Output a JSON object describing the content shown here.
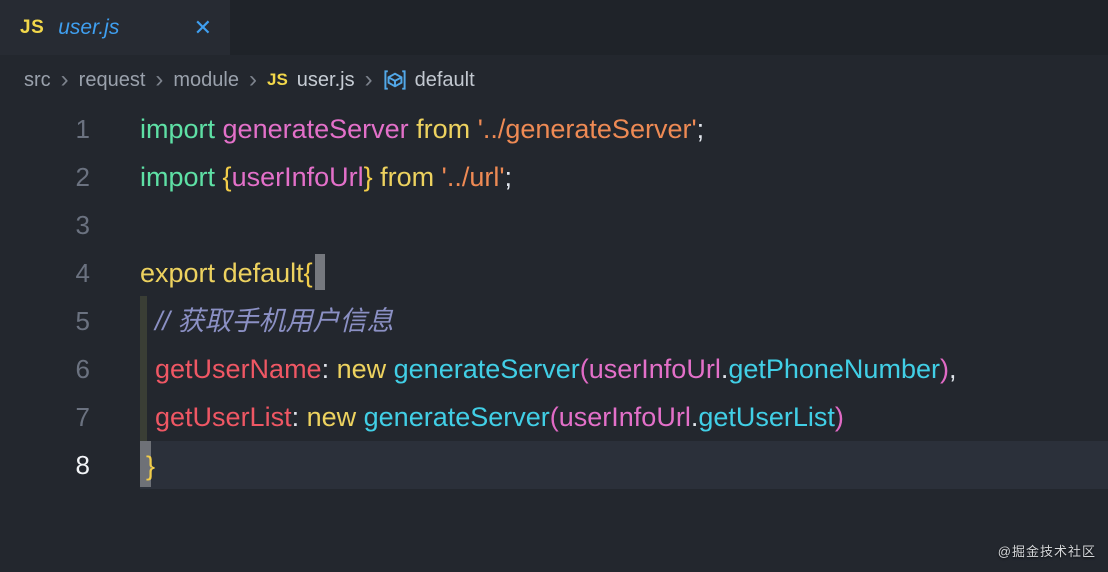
{
  "tab": {
    "icon_label": "JS",
    "title": "user.js",
    "close_glyph": "✕"
  },
  "breadcrumb": {
    "separator": "›",
    "items": [
      "src",
      "request",
      "module"
    ],
    "file_icon_label": "JS",
    "file": "user.js",
    "symbol": "default"
  },
  "code": {
    "lines": [
      {
        "num": "1",
        "tokens": [
          {
            "t": "import",
            "c": "kw"
          },
          {
            "t": " ",
            "c": "plain"
          },
          {
            "t": "generateServer",
            "c": "ident"
          },
          {
            "t": " ",
            "c": "plain"
          },
          {
            "t": "from",
            "c": "kw2"
          },
          {
            "t": " ",
            "c": "plain"
          },
          {
            "t": "'../generateServer'",
            "c": "str"
          },
          {
            "t": ";",
            "c": "punct"
          }
        ]
      },
      {
        "num": "2",
        "tokens": [
          {
            "t": "import",
            "c": "kw"
          },
          {
            "t": " ",
            "c": "plain"
          },
          {
            "t": "{",
            "c": "brace"
          },
          {
            "t": "userInfoUrl",
            "c": "ident"
          },
          {
            "t": "}",
            "c": "brace"
          },
          {
            "t": " ",
            "c": "plain"
          },
          {
            "t": "from",
            "c": "kw2"
          },
          {
            "t": " ",
            "c": "plain"
          },
          {
            "t": "'../url'",
            "c": "str"
          },
          {
            "t": ";",
            "c": "punct"
          }
        ]
      },
      {
        "num": "3",
        "tokens": []
      },
      {
        "num": "4",
        "tokens": [
          {
            "t": "export",
            "c": "kw2"
          },
          {
            "t": " ",
            "c": "plain"
          },
          {
            "t": "default",
            "c": "kw2"
          },
          {
            "t": "{",
            "c": "brace"
          },
          {
            "t": "",
            "c": "cursor"
          }
        ]
      },
      {
        "num": "5",
        "tokens": [
          {
            "t": "  ",
            "c": "plain"
          },
          {
            "t": "// 获取手机用户信息",
            "c": "comment"
          }
        ]
      },
      {
        "num": "6",
        "tokens": [
          {
            "t": "  ",
            "c": "plain"
          },
          {
            "t": "getUserName",
            "c": "prop"
          },
          {
            "t": ": ",
            "c": "punct"
          },
          {
            "t": "new",
            "c": "kw2"
          },
          {
            "t": " ",
            "c": "plain"
          },
          {
            "t": "generateServer",
            "c": "fn"
          },
          {
            "t": "(",
            "c": "paren"
          },
          {
            "t": "userInfoUrl",
            "c": "ident"
          },
          {
            "t": ".",
            "c": "punct"
          },
          {
            "t": "getPhoneNumber",
            "c": "fn"
          },
          {
            "t": ")",
            "c": "paren"
          },
          {
            "t": ",",
            "c": "punct"
          }
        ]
      },
      {
        "num": "7",
        "tokens": [
          {
            "t": "  ",
            "c": "plain"
          },
          {
            "t": "getUserList",
            "c": "prop"
          },
          {
            "t": ": ",
            "c": "punct"
          },
          {
            "t": "new",
            "c": "kw2"
          },
          {
            "t": " ",
            "c": "plain"
          },
          {
            "t": "generateServer",
            "c": "fn"
          },
          {
            "t": "(",
            "c": "paren"
          },
          {
            "t": "userInfoUrl",
            "c": "ident"
          },
          {
            "t": ".",
            "c": "punct"
          },
          {
            "t": "getUserList",
            "c": "fn"
          },
          {
            "t": ")",
            "c": "paren"
          }
        ]
      },
      {
        "num": "8",
        "current": true,
        "tokens": [
          {
            "t": "",
            "c": "cursor8"
          },
          {
            "t": "}",
            "c": "brace"
          }
        ]
      }
    ]
  },
  "watermark": "@掘金技术社区",
  "colors": {
    "editor_bg": "#23272e",
    "tab_strip_bg": "#1f2329",
    "active_tab_bg": "#272b33",
    "current_line_bg": "#2b303a",
    "accent_blue": "#3f9ff0",
    "js_yellow": "#f2d74a",
    "keyword_green": "#5ee0a5",
    "keyword_yellow": "#edd25f",
    "identifier_pink": "#e370c9",
    "string_orange": "#ee8a54",
    "property_red": "#ef5764",
    "function_cyan": "#41cfe6",
    "comment_purple": "#8b90c4"
  }
}
